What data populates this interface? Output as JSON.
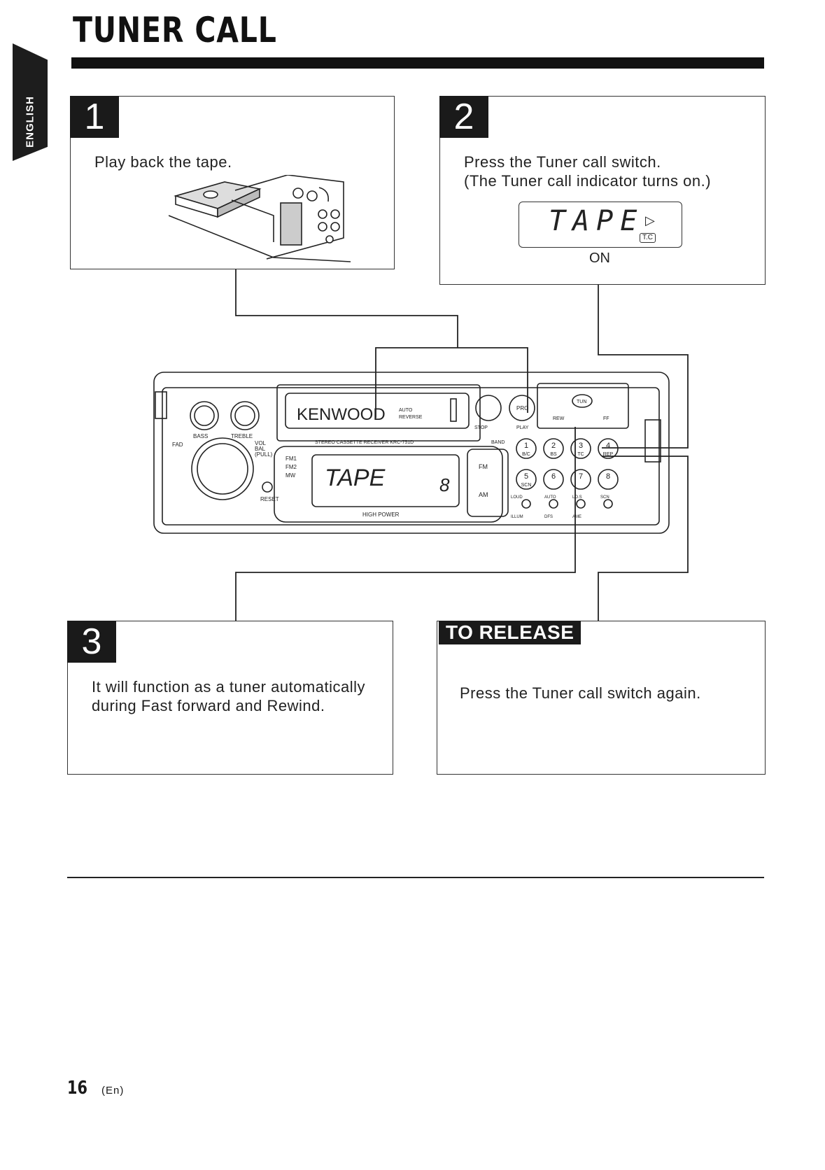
{
  "header": {
    "title": "TUNER CALL"
  },
  "language_tab": {
    "label": "ENGLISH"
  },
  "steps": [
    {
      "number": "1",
      "text": "Play back the tape."
    },
    {
      "number": "2",
      "text_line1": "Press the Tuner call switch.",
      "text_line2": "(The Tuner call indicator turns on.)",
      "display": {
        "text": "TAPE",
        "play_symbol": "▷",
        "tc_indicator": "T.C",
        "caption": "ON"
      }
    },
    {
      "number": "3",
      "text_line1": "It will function as a tuner automatically",
      "text_line2": "during Fast forward and Rewind."
    }
  ],
  "release": {
    "label": "TO RELEASE",
    "text": "Press the Tuner call switch again."
  },
  "device": {
    "brand": "KENWOOD",
    "auto_reverse_line1": "AUTO",
    "auto_reverse_line2": "REVERSE",
    "model_line": "STEREO CASSETTE RECEIVER  KRC-751D",
    "knob_left": "BASS",
    "knob_right": "TREBLE",
    "fader": "FAD",
    "vol": "VOL",
    "bal": "BAL",
    "pull": "(PULL)",
    "reset": "RESET",
    "display_text": "TAPE",
    "display_small_number": "8",
    "band_fm1": "FM1",
    "band_fm2": "FM2",
    "band_mw": "MW",
    "high_power": "HIGH POWER",
    "stop": "STOP",
    "play": "PLAY",
    "pro": "PRO",
    "rew": "REW",
    "tun": "TUN",
    "ff": "FF",
    "band": "BAND",
    "fm": "FM",
    "am": "AM",
    "preset_buttons": [
      "1",
      "2",
      "3",
      "4",
      "5",
      "6",
      "7",
      "8"
    ],
    "preset_sub": [
      "B/C",
      "BS",
      "TC",
      "REP",
      "SCN",
      "",
      "",
      ""
    ],
    "bottom_labels": [
      "LOUD",
      "AUTO",
      "LO.S",
      "SCN",
      "ILLUM",
      "DFS",
      "AME"
    ]
  },
  "footer": {
    "page_number": "16",
    "page_lang": "(En)"
  }
}
